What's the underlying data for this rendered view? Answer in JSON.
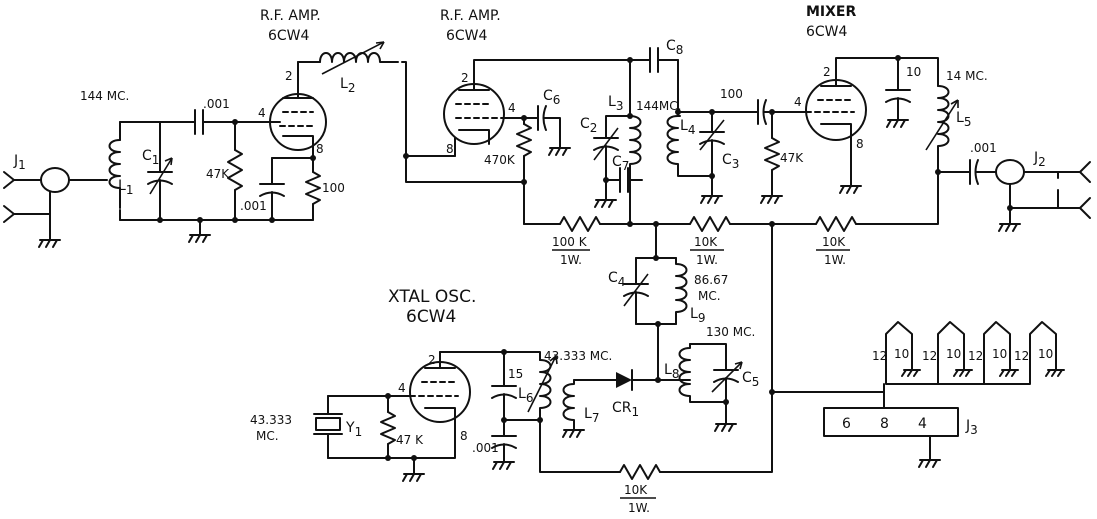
{
  "titles": {
    "rf_amp1": "R.F. AMP.",
    "rf_amp1_tube": "6CW4",
    "rf_amp2": "R.F. AMP.",
    "rf_amp2_tube": "6CW4",
    "mixer": "MIXER",
    "mixer_tube": "6CW4",
    "xtal_osc": "XTAL OSC.",
    "xtal_osc_tube": "6CW4"
  },
  "labels": {
    "j1": "J",
    "j1_sub": "1",
    "j2": "J",
    "j2_sub": "2",
    "j3": "J",
    "j3_sub": "3",
    "freq_144a": "144 MC.",
    "freq_144b": "144MC.",
    "freq_14": "14 MC.",
    "freq_86": "86.67",
    "freq_86_unit": "MC.",
    "freq_130": "130 MC.",
    "freq_43_coil": "43.333 MC.",
    "freq_43_xtal": "43.333",
    "freq_43_xtal_unit": "MC.",
    "c1": "C",
    "c1_sub": "1",
    "c2": "C",
    "c2_sub": "2",
    "c3": "C",
    "c3_sub": "3",
    "c4": "C",
    "c4_sub": "4",
    "c5": "C",
    "c5_sub": "5",
    "c6": "C",
    "c6_sub": "6",
    "c7": "C",
    "c7_sub": "7",
    "c8": "C",
    "c8_sub": "8",
    "l1": "L",
    "l1_sub": "1",
    "l2": "L",
    "l2_sub": "2",
    "l3": "L",
    "l3_sub": "3",
    "l4": "L",
    "l4_sub": "4",
    "l5": "L",
    "l5_sub": "5",
    "l6": "L",
    "l6_sub": "6",
    "l7": "L",
    "l7_sub": "7",
    "l8": "L",
    "l8_sub": "8",
    "l9": "L",
    "l9_sub": "9",
    "y1": "Y",
    "y1_sub": "1",
    "cr1": "CR",
    "cr1_sub": "1",
    "cap_001a": ".001",
    "cap_001b": ".001",
    "cap_001c": ".001",
    "cap_001d": ".001",
    "cap_100": "100",
    "cap_10": "10",
    "cap_15": "15",
    "res_47ka": "47K",
    "res_47kb": "47K",
    "res_47kc": "47 K",
    "res_100": "100",
    "res_470k": "470K",
    "res_100k": "100 K",
    "res_100k_w": "1W.",
    "res_10ka": "10K",
    "res_10ka_w": "1W.",
    "res_10kb": "10K",
    "res_10kb_w": "1W.",
    "res_10kc": "10K",
    "res_10kc_w": "1W.",
    "pin2a": "2",
    "pin4a": "4",
    "pin8a": "8",
    "pin2b": "2",
    "pin4b": "4",
    "pin8b": "8",
    "pin2c": "2",
    "pin4c": "4",
    "pin8c": "8",
    "pin2d": "2",
    "pin4d": "4",
    "pin8d": "8"
  },
  "j3_pins": [
    "6",
    "8",
    "4"
  ],
  "heater_pins": [
    "12",
    "10",
    "12",
    "10",
    "12",
    "10",
    "12",
    "10"
  ]
}
